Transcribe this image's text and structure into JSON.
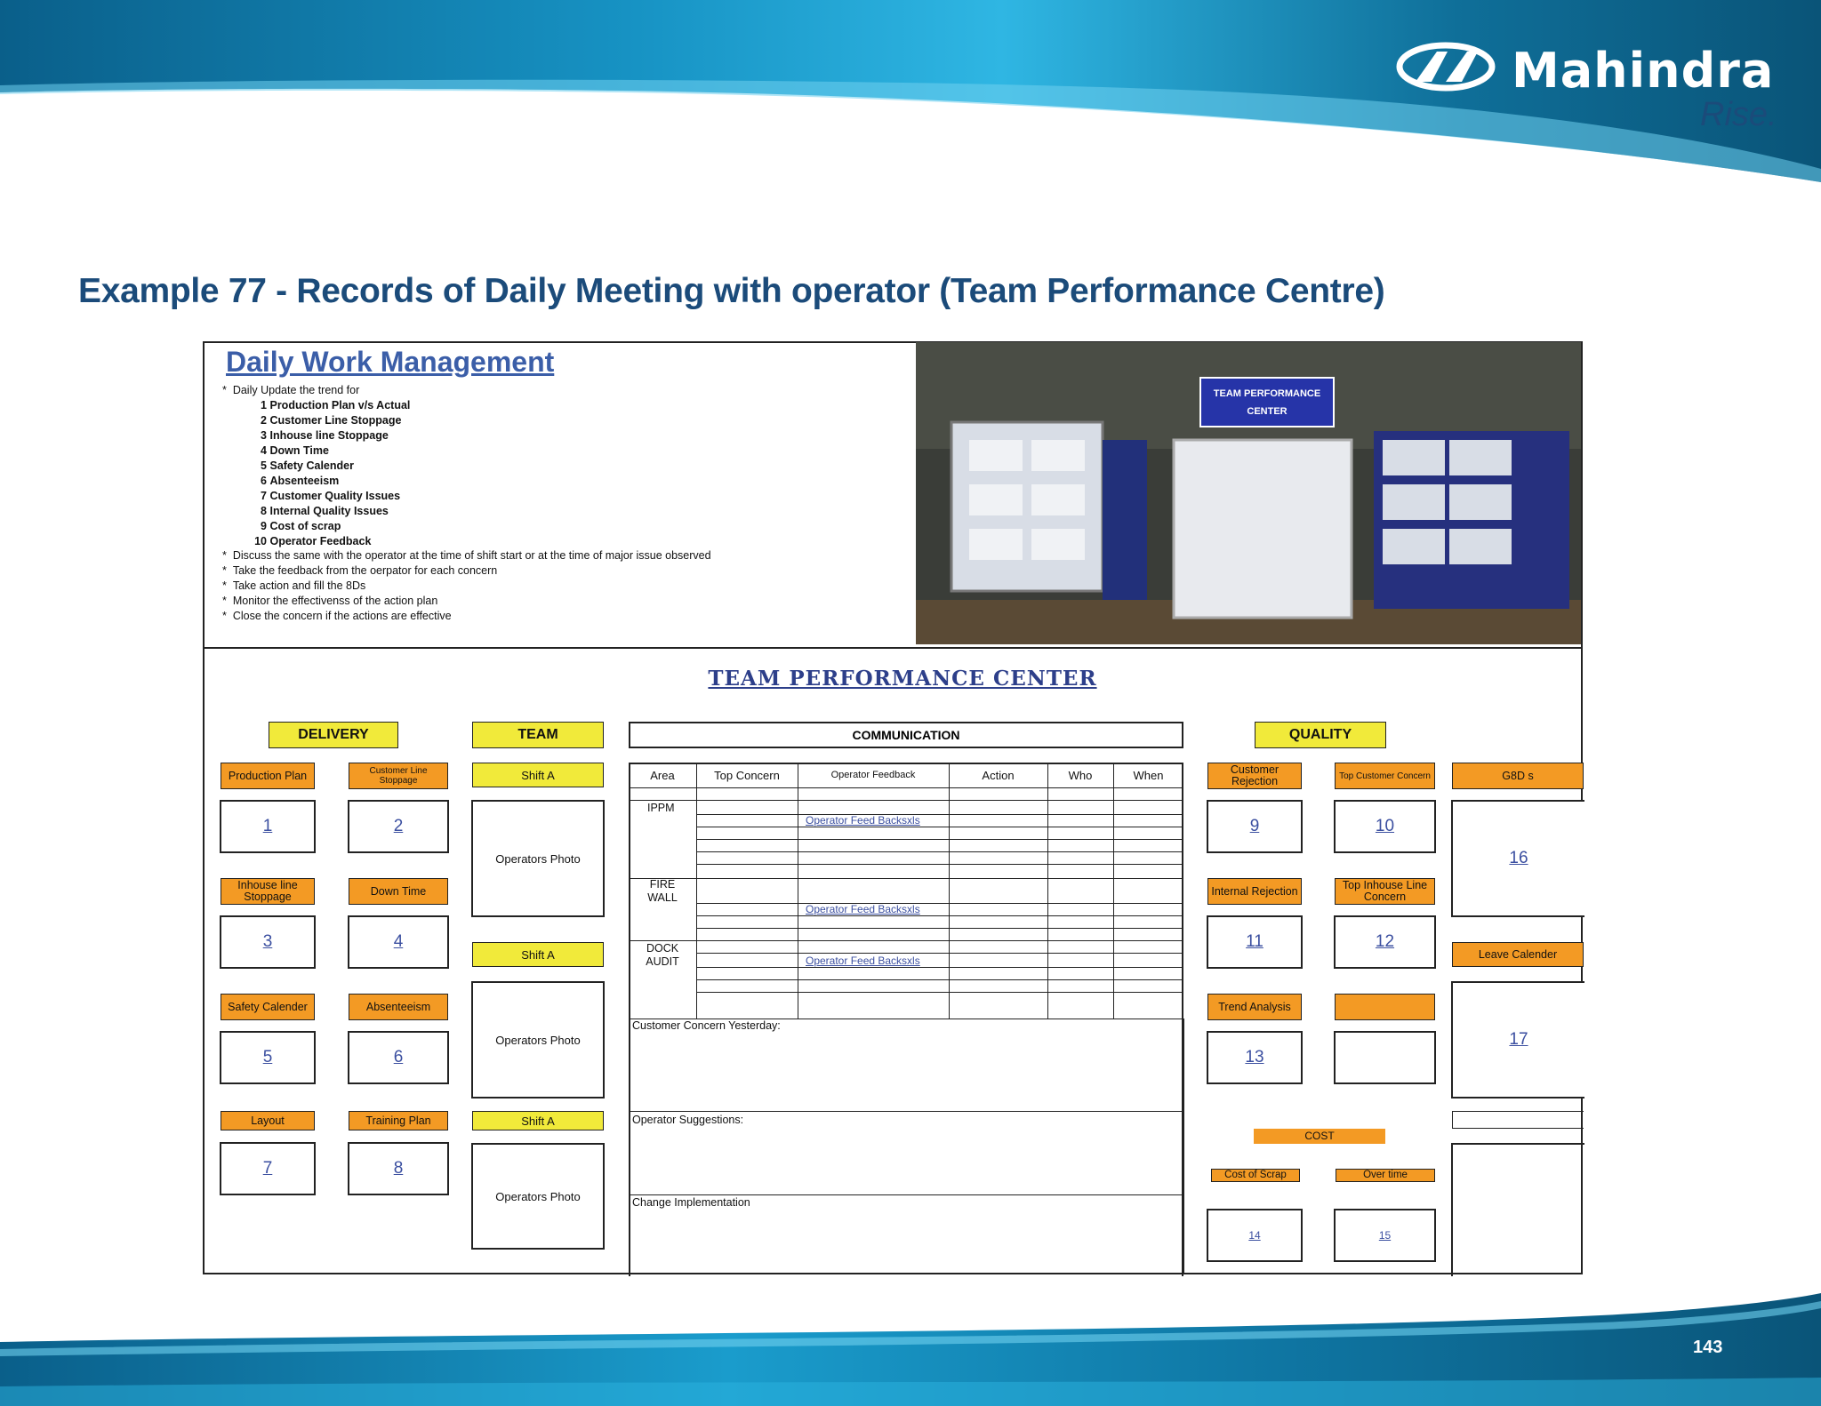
{
  "header": {
    "brand": "Mahindra",
    "tagline": "Rise."
  },
  "slide_title": "Example 77 - Records of Daily Meeting with operator (Team Performance Centre)",
  "page_number": "143",
  "dwm": {
    "title": "Daily Work Management",
    "intro": "Daily Update the trend for",
    "items": [
      {
        "num": "1",
        "text": "Production Plan v/s Actual"
      },
      {
        "num": "2",
        "text": "Customer Line Stoppage"
      },
      {
        "num": "3",
        "text": "Inhouse line Stoppage"
      },
      {
        "num": "4",
        "text": "Down Time"
      },
      {
        "num": "5",
        "text": "Safety Calender"
      },
      {
        "num": "6",
        "text": "Absenteeism"
      },
      {
        "num": "7",
        "text": "Customer Quality Issues"
      },
      {
        "num": "8",
        "text": "Internal Quality Issues"
      },
      {
        "num": "9",
        "text": "Cost of scrap"
      },
      {
        "num": "10",
        "text": "Operator Feedback"
      }
    ],
    "bullets": [
      "Discuss the same with the operator at the time of shift start or at the time of major issue observed",
      "Take the feedback from the oerpator for each concern",
      "Take action and fill the 8Ds",
      "Monitor the effectivenss of the action plan",
      "Close the concern if the actions are effective"
    ],
    "bullet_mark": "*"
  },
  "photo": {
    "sign_line1": "TEAM PERFORMANCE",
    "sign_line2": "CENTER"
  },
  "tpc": {
    "title": "TEAM PERFORMANCE CENTER",
    "sections": {
      "delivery": "DELIVERY",
      "team": "TEAM",
      "communication": "COMMUNICATION",
      "quality": "QUALITY",
      "cost": "COST"
    },
    "delivery": {
      "labels": [
        "Production Plan",
        "Customer Line Stoppage",
        "Inhouse line Stoppage",
        "Down Time",
        "Safety Calender",
        "Absenteeism",
        "Layout",
        "Training Plan"
      ],
      "numbers": [
        "1",
        "2",
        "3",
        "4",
        "5",
        "6",
        "7",
        "8"
      ]
    },
    "team": {
      "shift_label": "Shift A",
      "photo_label": "Operators Photo"
    },
    "communication": {
      "headers": [
        "Area",
        "Top Concern",
        "Operator Feedback",
        "Action",
        "Who",
        "When"
      ],
      "areas": [
        "IPPM",
        "FIRE WALL",
        "DOCK AUDIT"
      ],
      "feedback_link": "Operator Feed Backsxls",
      "customer_concern": "Customer Concern Yesterday:",
      "operator_suggestions": "Operator Suggestions:",
      "change_implementation": "Change Implementation"
    },
    "quality": {
      "labels": [
        "Customer Rejection",
        "Top Customer Concern",
        "Internal Rejection",
        "Top Inhouse Line Concern",
        "Trend Analysis",
        ""
      ],
      "numbers": [
        "9",
        "10",
        "11",
        "12",
        "13",
        ""
      ]
    },
    "cost": {
      "labels": [
        "Cost of Scrap",
        "Over time"
      ],
      "numbers": [
        "14",
        "15"
      ]
    },
    "right": {
      "g8d": "G8D s",
      "g8d_num": "16",
      "leave": "Leave Calender",
      "leave_num": "17"
    }
  }
}
